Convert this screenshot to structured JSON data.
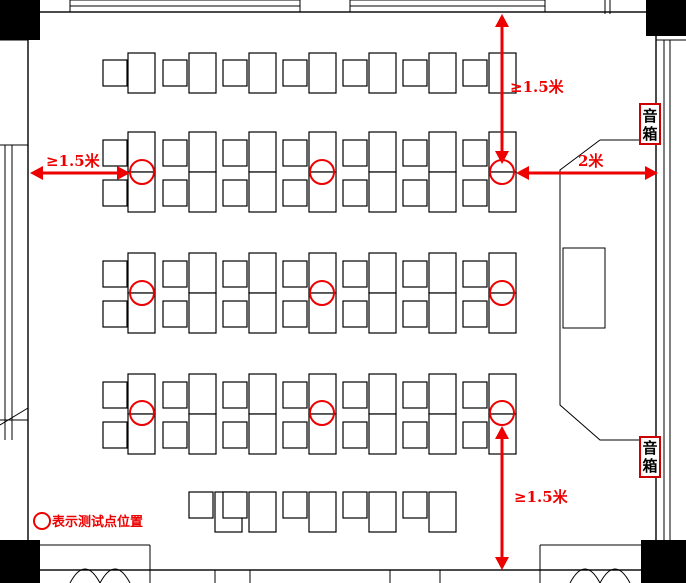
{
  "labels": {
    "dim_top_right": "≥1.5米",
    "dim_left": "≥1.5米",
    "dim_right": "2米",
    "dim_bottom": "≥1.5米",
    "speaker_top_1": "音",
    "speaker_top_2": "箱",
    "speaker_bottom_1": "音",
    "speaker_bottom_2": "箱",
    "legend": "表示测试点位置"
  },
  "colors": {
    "accent": "#e00000",
    "lines": "#000000",
    "background": "#ffffff"
  }
}
